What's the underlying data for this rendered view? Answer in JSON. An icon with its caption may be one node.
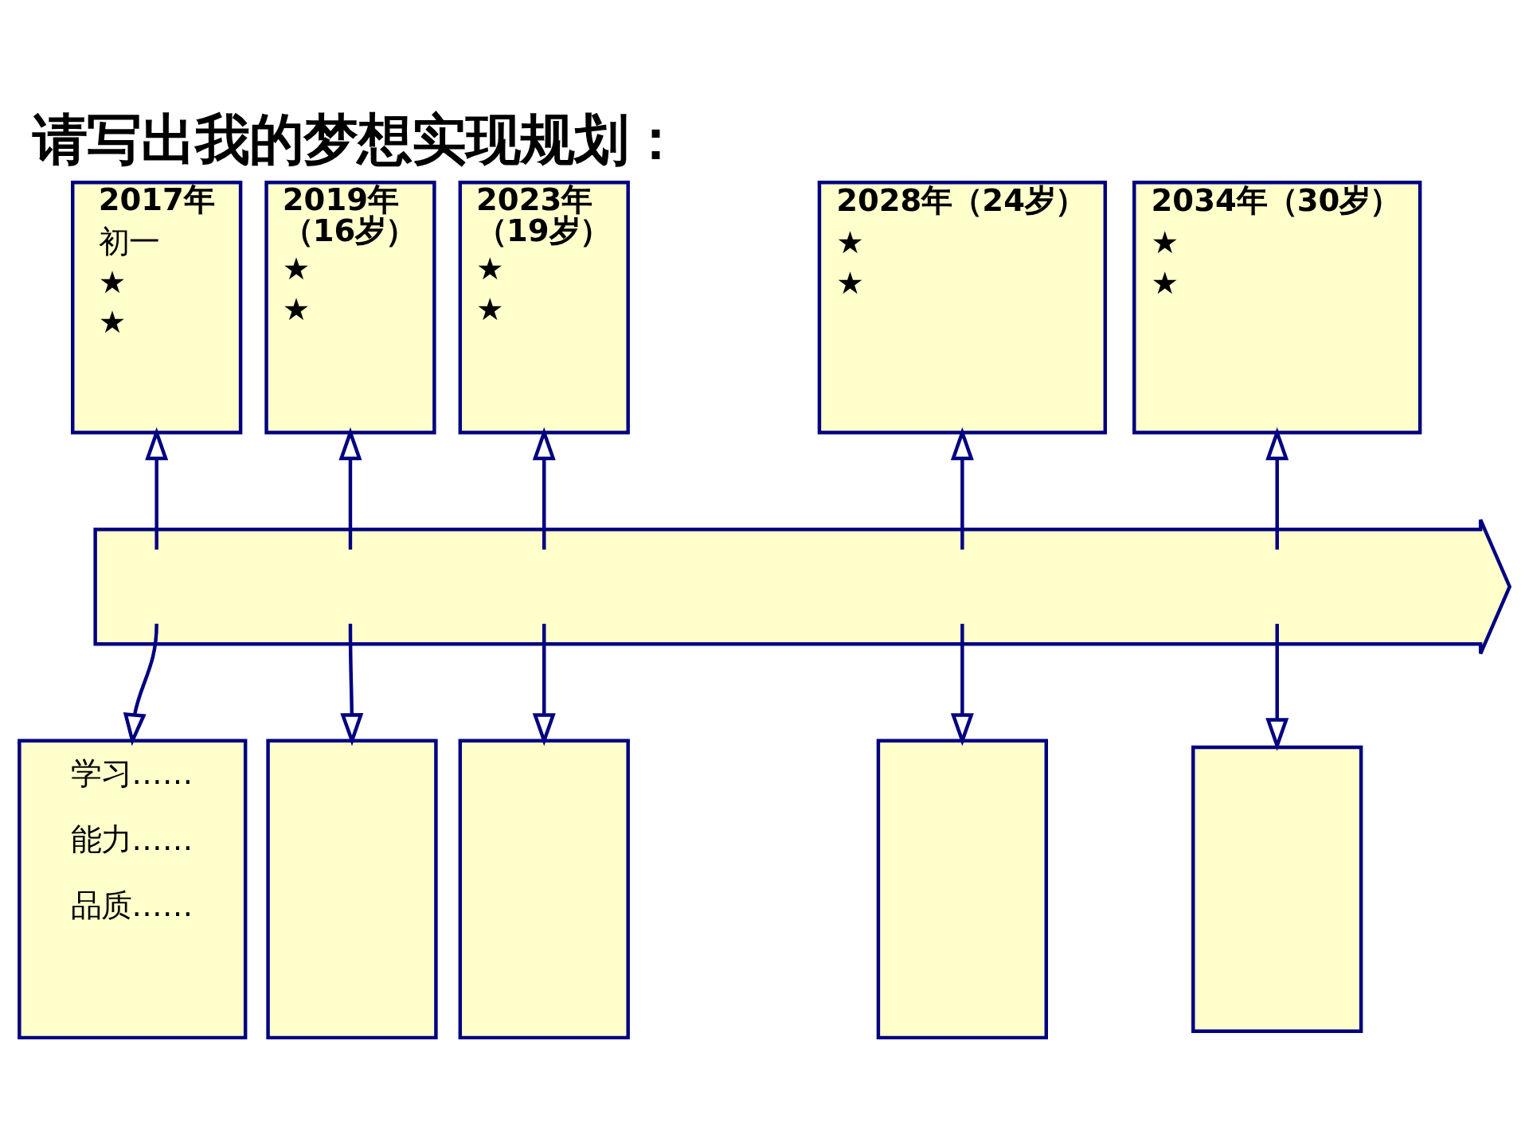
{
  "diagram": {
    "title": "请写出我的梦想实现规划：",
    "nodes": [
      {
        "text": [
          "2017年",
          "初一",
          "★",
          "★"
        ]
      },
      {
        "text": [
          "2019年（16岁）",
          "★",
          "★"
        ]
      },
      {
        "text": [
          "2023年（19岁）",
          "★",
          "★"
        ]
      },
      {
        "text": [
          "2028年（24岁）",
          "★",
          "★"
        ]
      },
      {
        "text": [
          "2034年（30岁）",
          "★",
          "★"
        ]
      },
      {
        "text": [],
        "shape": "arrow"
      },
      {
        "text": [
          "学习……",
          "能力……",
          "品质……"
        ]
      },
      {
        "text": [],
        "shape": "box"
      },
      {
        "text": [],
        "shape": "box"
      },
      {
        "text": [],
        "shape": "box"
      },
      {
        "text": [],
        "shape": "box"
      }
    ],
    "edges": [
      {
        "from": 5,
        "to": 0,
        "arrow": "to"
      },
      {
        "from": 5,
        "to": 1,
        "arrow": "to"
      },
      {
        "from": 5,
        "to": 2,
        "arrow": "to"
      },
      {
        "from": 5,
        "to": 3,
        "arrow": "to"
      },
      {
        "from": 5,
        "to": 4,
        "arrow": "to"
      },
      {
        "from": 5,
        "to": 6,
        "arrow": "to"
      },
      {
        "from": 5,
        "to": 7,
        "arrow": "to"
      },
      {
        "from": 5,
        "to": 8,
        "arrow": "to"
      },
      {
        "from": 5,
        "to": 9,
        "arrow": "to"
      },
      {
        "from": 5,
        "to": 10,
        "arrow": "to"
      }
    ]
  }
}
